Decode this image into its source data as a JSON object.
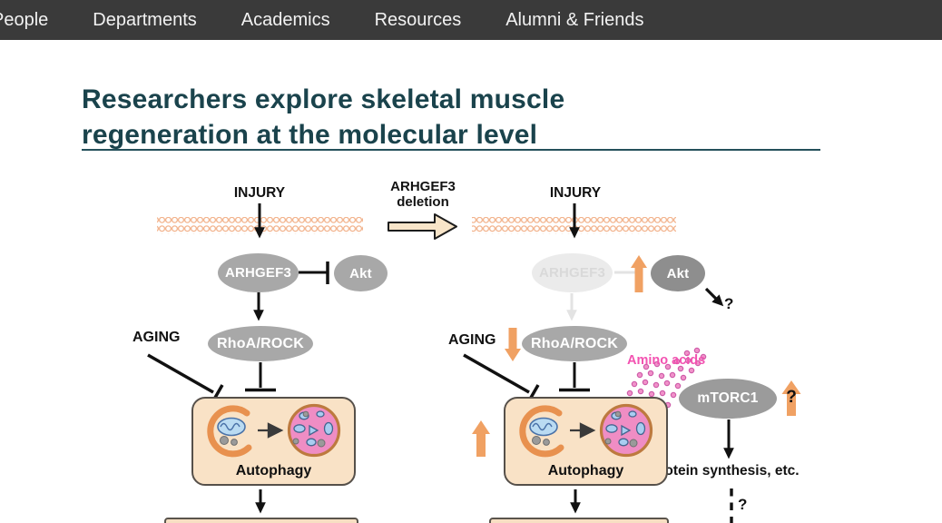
{
  "nav": {
    "items": [
      {
        "label": "People"
      },
      {
        "label": "Departments"
      },
      {
        "label": "Academics"
      },
      {
        "label": "Resources"
      },
      {
        "label": "Alumni & Friends"
      }
    ]
  },
  "article": {
    "title": "Researchers explore skeletal muscle regeneration at the molecular level"
  },
  "diagram": {
    "transition_arrow": {
      "line1": "ARHGEF3",
      "line2": "deletion"
    },
    "left": {
      "injury": "INJURY",
      "arhgef3": "ARHGEF3",
      "akt": "Akt",
      "aging": "AGING",
      "rhoa_rock": "RhoA/ROCK",
      "autophagy": "Autophagy"
    },
    "right": {
      "injury": "INJURY",
      "arhgef3": "ARHGEF3",
      "akt": "Akt",
      "aging": "AGING",
      "rhoa_rock": "RhoA/ROCK",
      "autophagy": "Autophagy",
      "amino_acids": "Amino acids",
      "mtorc1": "mTORC1",
      "protein_synthesis": "Protein synthesis, etc.",
      "akt_question": "?",
      "mtorc1_question": "?",
      "downstream_question": "?"
    }
  },
  "colors": {
    "nav_bg": "#3a3a3a",
    "heading_teal": "#1a434c",
    "node_gray": "#a8a8a8",
    "node_gray_dark": "#8e8e8e",
    "faded_gray": "#ebebeb",
    "orange_accent": "#f0a163",
    "peach_fill": "#f9e2c6",
    "pink_accent": "#f352b1",
    "membrane_peach": "#f2b48e"
  }
}
